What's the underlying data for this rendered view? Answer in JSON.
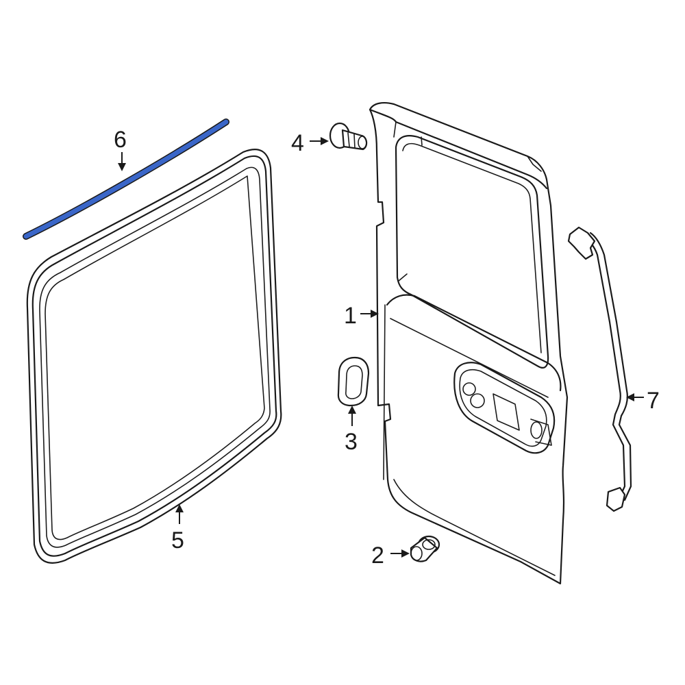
{
  "diagram": {
    "highlight_color": "#3a66c8",
    "line_color": "#1a1a1a",
    "background": "#ffffff",
    "callouts": [
      {
        "id": "1",
        "label": "1"
      },
      {
        "id": "2",
        "label": "2"
      },
      {
        "id": "3",
        "label": "3"
      },
      {
        "id": "4",
        "label": "4"
      },
      {
        "id": "5",
        "label": "5"
      },
      {
        "id": "6",
        "label": "6"
      },
      {
        "id": "7",
        "label": "7"
      }
    ]
  }
}
